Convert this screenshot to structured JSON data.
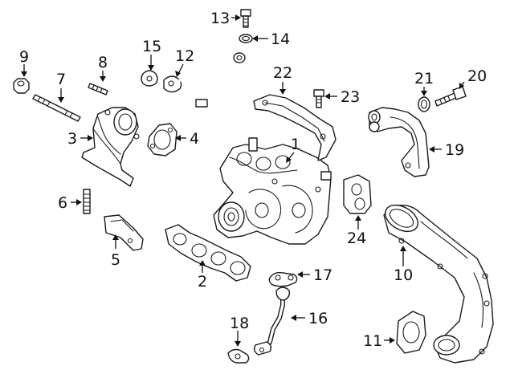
{
  "callouts": [
    {
      "id": "1",
      "text": "1"
    },
    {
      "id": "2",
      "text": "2"
    },
    {
      "id": "3",
      "text": "3"
    },
    {
      "id": "4",
      "text": "4"
    },
    {
      "id": "5",
      "text": "5"
    },
    {
      "id": "6",
      "text": "6"
    },
    {
      "id": "7",
      "text": "7"
    },
    {
      "id": "8",
      "text": "8"
    },
    {
      "id": "9",
      "text": "9"
    },
    {
      "id": "10",
      "text": "10"
    },
    {
      "id": "11",
      "text": "11"
    },
    {
      "id": "12",
      "text": "12"
    },
    {
      "id": "13",
      "text": "13"
    },
    {
      "id": "14",
      "text": "14"
    },
    {
      "id": "15",
      "text": "15"
    },
    {
      "id": "16",
      "text": "16"
    },
    {
      "id": "17",
      "text": "17"
    },
    {
      "id": "18",
      "text": "18"
    },
    {
      "id": "19",
      "text": "19"
    },
    {
      "id": "20",
      "text": "20"
    },
    {
      "id": "21",
      "text": "21"
    },
    {
      "id": "22",
      "text": "22"
    },
    {
      "id": "23",
      "text": "23"
    },
    {
      "id": "24",
      "text": "24"
    }
  ]
}
